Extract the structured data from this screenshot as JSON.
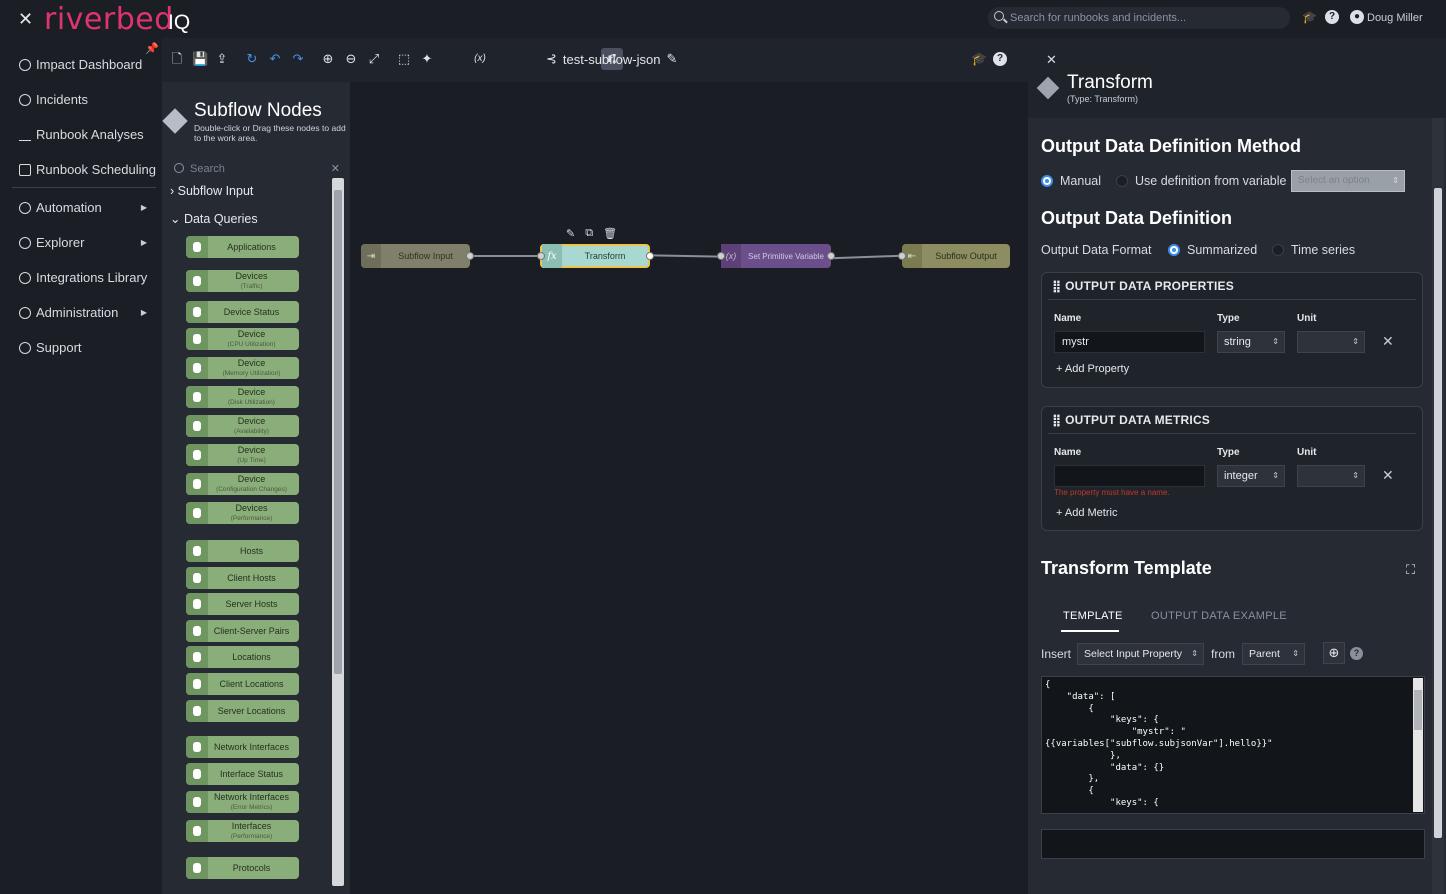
{
  "app": {
    "logo_text": "riverbed",
    "logo_suffix": "IQ",
    "search_placeholder": "Search for runbooks and incidents...",
    "user_name": "Doug Miller",
    "brand_color": "#e0336f",
    "accent_color": "#3b8eea"
  },
  "nav": {
    "items": [
      {
        "label": "Impact Dashboard",
        "icon": "globe-icon"
      },
      {
        "label": "Incidents",
        "icon": "alert-circle-icon"
      },
      {
        "label": "Runbook Analyses",
        "icon": "share-icon"
      },
      {
        "label": "Runbook Scheduling",
        "icon": "calendar-icon"
      },
      {
        "label": "Automation",
        "icon": "robot-icon"
      },
      {
        "label": "Explorer",
        "icon": "compass-icon"
      },
      {
        "label": "Integrations Library",
        "icon": "plug-icon"
      },
      {
        "label": "Administration",
        "icon": "gear-icon"
      },
      {
        "label": "Support",
        "icon": "lifebuoy-icon"
      }
    ]
  },
  "toolbar": {
    "flow_name": "test-subflow-json"
  },
  "palette": {
    "title": "Subflow Nodes",
    "description": "Double-click or Drag these nodes to add to the work area.",
    "search_placeholder": "Search",
    "groups": [
      "Subflow Input",
      "Data Queries"
    ],
    "nodes": [
      {
        "label": "Applications",
        "sub": ""
      },
      {
        "label": "Devices",
        "sub": "(Traffic)"
      },
      {
        "label": "Device Status",
        "sub": ""
      },
      {
        "label": "Device",
        "sub": "(CPU Utilization)"
      },
      {
        "label": "Device",
        "sub": "(Memory Utilization)"
      },
      {
        "label": "Device",
        "sub": "(Disk Utilization)"
      },
      {
        "label": "Device",
        "sub": "(Availability)"
      },
      {
        "label": "Device",
        "sub": "(Up Time)"
      },
      {
        "label": "Device",
        "sub": "(Configuration Changes)"
      },
      {
        "label": "Devices",
        "sub": "(Performance)"
      },
      {
        "label": "Hosts",
        "sub": ""
      },
      {
        "label": "Client Hosts",
        "sub": ""
      },
      {
        "label": "Server Hosts",
        "sub": ""
      },
      {
        "label": "Client-Server Pairs",
        "sub": ""
      },
      {
        "label": "Locations",
        "sub": ""
      },
      {
        "label": "Client Locations",
        "sub": ""
      },
      {
        "label": "Server Locations",
        "sub": ""
      },
      {
        "label": "Network Interfaces",
        "sub": ""
      },
      {
        "label": "Interface Status",
        "sub": ""
      },
      {
        "label": "Network Interfaces",
        "sub": "(Error Metrics)"
      },
      {
        "label": "Interfaces",
        "sub": "(Performance)"
      },
      {
        "label": "Protocols",
        "sub": ""
      }
    ]
  },
  "canvas": {
    "nodes": [
      {
        "label": "Subflow Input",
        "icon": "enter-icon"
      },
      {
        "label": "Transform",
        "icon": "fx"
      },
      {
        "label": "Set Primitive Variable",
        "icon": "(x)"
      },
      {
        "label": "Subflow Output",
        "icon": "exit-icon"
      }
    ],
    "node_colors": {
      "input": "#8a8a72",
      "transform": "#a8d8d0",
      "variable": "#6b4f8a",
      "output": "#9a9a6a"
    }
  },
  "panel": {
    "title": "Transform",
    "subtitle": "(Type: Transform)",
    "method_heading": "Output Data Definition Method",
    "method_manual": "Manual",
    "method_variable": "Use definition from variable",
    "method_select_placeholder": "Select an option",
    "definition_heading": "Output Data Definition",
    "format_label": "Output Data Format",
    "format_summarized": "Summarized",
    "format_timeseries": "Time series",
    "properties": {
      "title": "OUTPUT DATA PROPERTIES",
      "col_name": "Name",
      "col_type": "Type",
      "col_unit": "Unit",
      "row_name": "mystr",
      "row_type": "string",
      "add_label": "Add Property"
    },
    "metrics": {
      "title": "OUTPUT DATA METRICS",
      "col_name": "Name",
      "col_type": "Type",
      "col_unit": "Unit",
      "row_name": "",
      "row_type": "integer",
      "error": "The property must have a name.",
      "add_label": "Add Metric"
    },
    "template_heading": "Transform Template",
    "tab_template": "TEMPLATE",
    "tab_example": "OUTPUT DATA EXAMPLE",
    "insert_label": "Insert",
    "insert_select": "Select Input Property",
    "from_label": "from",
    "from_select": "Parent",
    "code": "{\n    \"data\": [\n        {\n            \"keys\": {\n                \"mystr\": \"\n{{variables[\"subflow.subjsonVar\"].hello}}\"\n            },\n            \"data\": {}\n        },\n        {\n            \"keys\": {"
  }
}
